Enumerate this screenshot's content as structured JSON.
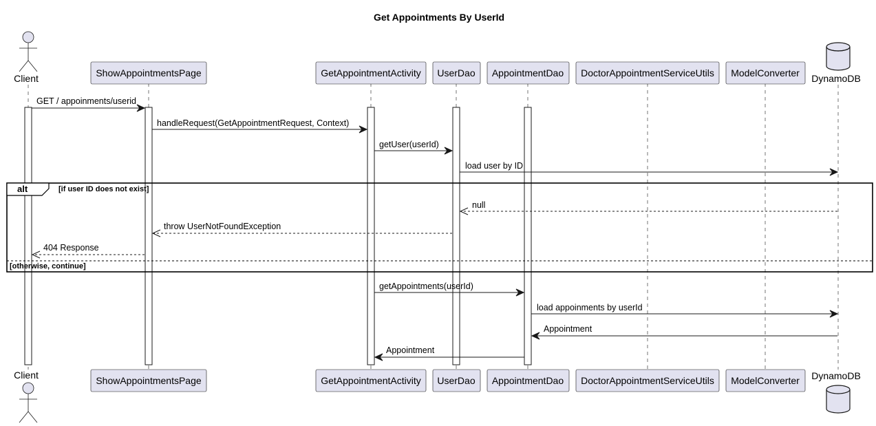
{
  "title": "Get Appointments By UserId",
  "participants": [
    {
      "id": "client",
      "label": "Client",
      "kind": "actor"
    },
    {
      "id": "page",
      "label": "ShowAppointmentsPage",
      "kind": "participant"
    },
    {
      "id": "activity",
      "label": "GetAppointmentActivity",
      "kind": "participant"
    },
    {
      "id": "userdao",
      "label": "UserDao",
      "kind": "participant"
    },
    {
      "id": "apptdao",
      "label": "AppointmentDao",
      "kind": "participant"
    },
    {
      "id": "utils",
      "label": "DoctorAppointmentServiceUtils",
      "kind": "participant"
    },
    {
      "id": "converter",
      "label": "ModelConverter",
      "kind": "participant"
    },
    {
      "id": "dynamo",
      "label": "DynamoDB",
      "kind": "database"
    }
  ],
  "messages": [
    {
      "from": "client",
      "to": "page",
      "label": "GET / appoinments/userid",
      "style": "solid"
    },
    {
      "from": "page",
      "to": "activity",
      "label": "handleRequest(GetAppointmentRequest, Context)",
      "style": "solid"
    },
    {
      "from": "activity",
      "to": "userdao",
      "label": "getUser(userId)",
      "style": "solid"
    },
    {
      "from": "userdao",
      "to": "dynamo",
      "label": "load user by ID",
      "style": "solid"
    },
    {
      "from": "dynamo",
      "to": "userdao",
      "label": "null",
      "style": "dashed"
    },
    {
      "from": "userdao",
      "to": "page",
      "label": "throw UserNotFoundException",
      "style": "dashed"
    },
    {
      "from": "page",
      "to": "client",
      "label": "404 Response",
      "style": "dashed"
    },
    {
      "from": "activity",
      "to": "apptdao",
      "label": "getAppointments(userId)",
      "style": "solid"
    },
    {
      "from": "apptdao",
      "to": "dynamo",
      "label": "load appoinments by userId",
      "style": "solid"
    },
    {
      "from": "dynamo",
      "to": "apptdao",
      "label": "Appointment",
      "style": "solid"
    },
    {
      "from": "apptdao",
      "to": "activity",
      "label": "Appointment",
      "style": "solid"
    }
  ],
  "fragment": {
    "operator": "alt",
    "condition": "[if user ID does not exist]",
    "else_condition": "[otherwise, continue]"
  }
}
